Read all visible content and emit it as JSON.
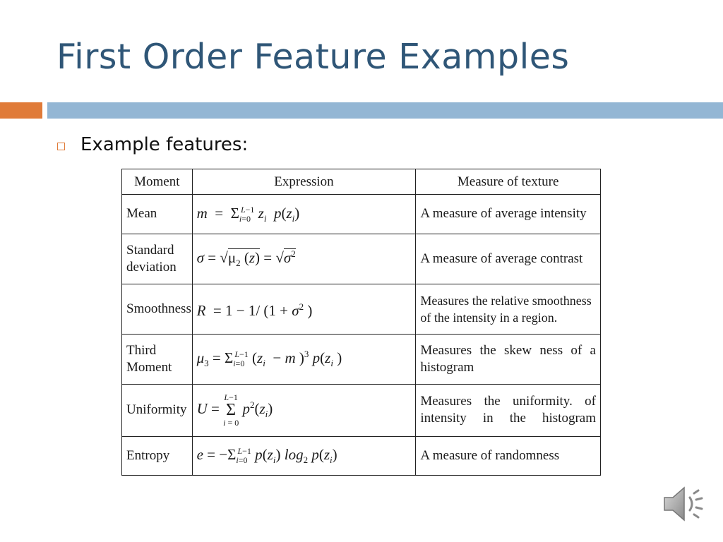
{
  "slide": {
    "title": "First Order Feature Examples",
    "bullet": "Example features:"
  },
  "table": {
    "headers": [
      "Moment",
      "Expression",
      "Measure of texture"
    ],
    "rows": [
      {
        "moment": "Mean",
        "expression": "m = Σ_{i=0}^{L−1} z_i p(z_i)",
        "measure": "A measure of average intensity"
      },
      {
        "moment": "Standard deviation",
        "expression": "σ = √(μ_2 (z)) = √(σ^2)",
        "measure": "A measure of average contrast"
      },
      {
        "moment": "Smoothness",
        "expression": "R = 1 − 1/(1 + σ^2)",
        "measure": "Measures the relative smoothness of the intensity in a region."
      },
      {
        "moment": "Third Moment",
        "expression": "μ_3 = Σ_{i=0}^{L−1} (z_i − m)^3 p(z_i)",
        "measure": "Measures the skew ness of a histogram"
      },
      {
        "moment": "Uniformity",
        "expression": "U = Σ_{i=0}^{L−1} p^2(z_i)",
        "measure": "Measures the uniformity. of intensity in the histogram"
      },
      {
        "moment": "Entropy",
        "expression": "e = −Σ_{i=0}^{L−1} p(z_i) log_2 p(z_i)",
        "measure": "A measure of randomness"
      }
    ]
  },
  "icons": {
    "audio": "speaker-icon"
  },
  "colors": {
    "title": "#2f5677",
    "accent_orange": "#e07b39",
    "accent_blue": "#93b6d4"
  }
}
